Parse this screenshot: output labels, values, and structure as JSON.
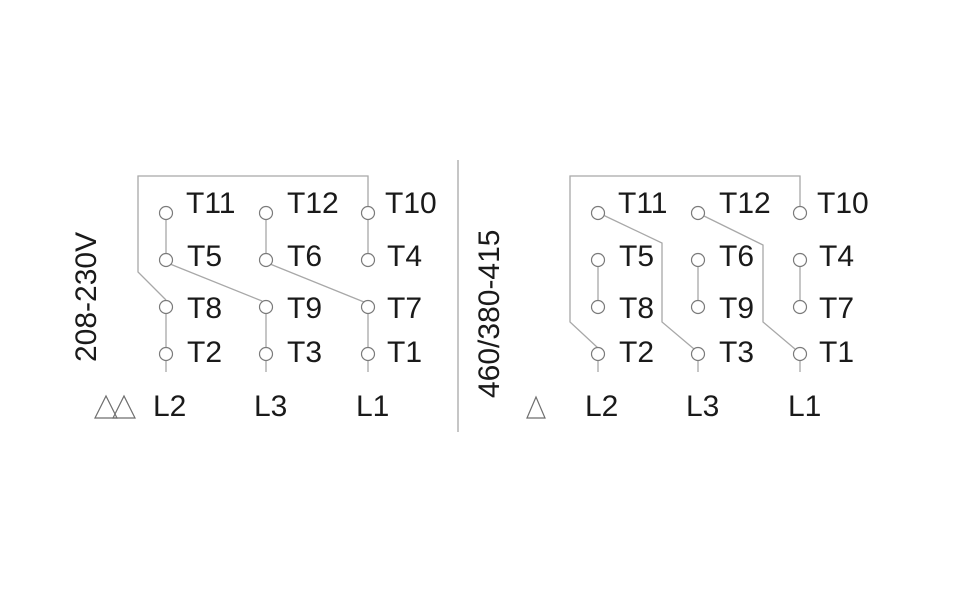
{
  "left_panel": {
    "voltage": "208-230V",
    "connection_symbol": "double-delta",
    "terminals": [
      "T11",
      "T12",
      "T10",
      "T5",
      "T6",
      "T4",
      "T8",
      "T9",
      "T7",
      "T2",
      "T3",
      "T1"
    ],
    "lines": [
      "L2",
      "L3",
      "L1"
    ]
  },
  "right_panel": {
    "voltage": "460/380-415",
    "connection_symbol": "delta",
    "terminals": [
      "T11",
      "T12",
      "T10",
      "T5",
      "T6",
      "T4",
      "T8",
      "T9",
      "T7",
      "T2",
      "T3",
      "T1"
    ],
    "lines": [
      "L2",
      "L3",
      "L1"
    ]
  },
  "colors": {
    "wire": "#a8a8a8",
    "text": "#1a1a1a",
    "background": "#ffffff"
  }
}
